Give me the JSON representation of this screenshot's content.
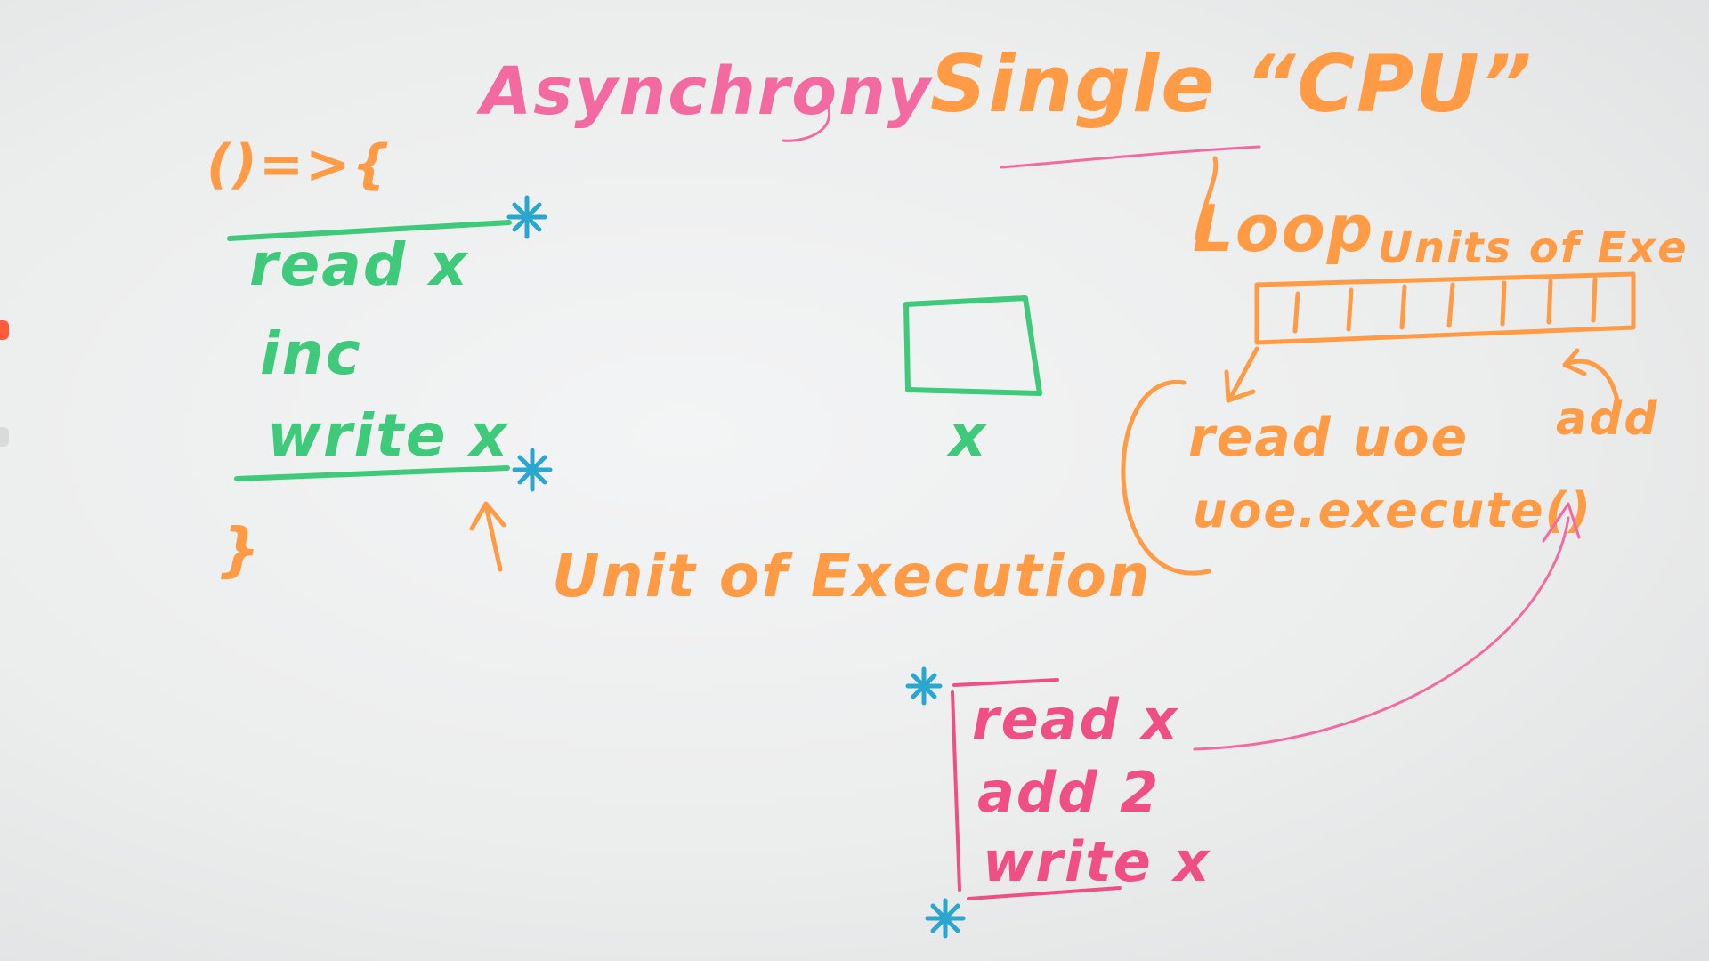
{
  "whiteboard": {
    "title": "Asynchrony",
    "heading_right": "Single “CPU”",
    "left_block": {
      "fn_open": "()=>{",
      "lines": [
        "read x",
        "inc",
        "write x"
      ],
      "fn_close": "}"
    },
    "unit_label": "Unit of Execution",
    "box_label": "x",
    "loop_label": "Loop",
    "queue_label": "Units of Exe",
    "loop_body": [
      "read uoe",
      "uoe.execute()"
    ],
    "add_label": "add",
    "bottom_block": [
      "read x",
      "add 2",
      "write x"
    ]
  },
  "colors": {
    "green": "#3fc97a",
    "orange": "#ff9a45",
    "pink": "#f04f86",
    "blue": "#2aa6cf"
  }
}
